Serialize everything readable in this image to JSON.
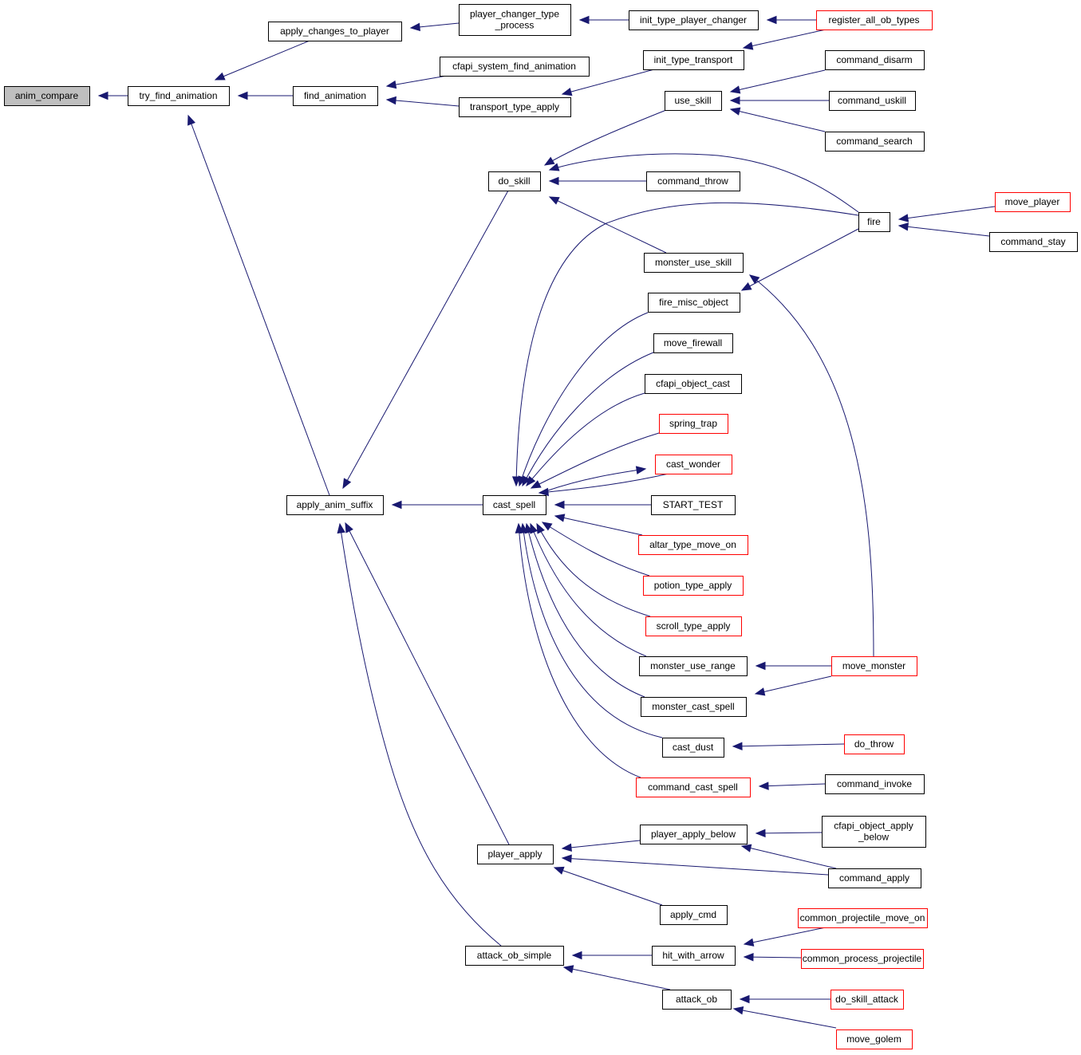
{
  "graph": {
    "title": "anim_compare caller graph",
    "colors": {
      "edge": "#191970",
      "root_fill": "#bfbfbf",
      "truncated_border": "#ff0000",
      "node_border": "#000000"
    },
    "root": "anim_compare",
    "nodes": [
      {
        "id": "anim_compare",
        "label": [
          "anim_compare"
        ],
        "style": "root"
      },
      {
        "id": "try_find_animation",
        "label": [
          "try_find_animation"
        ],
        "style": "normal"
      },
      {
        "id": "apply_changes_to_player",
        "label": [
          "apply_changes_to_player"
        ],
        "style": "normal"
      },
      {
        "id": "find_animation",
        "label": [
          "find_animation"
        ],
        "style": "normal"
      },
      {
        "id": "apply_anim_suffix",
        "label": [
          "apply_anim_suffix"
        ],
        "style": "normal"
      },
      {
        "id": "player_changer_type_process",
        "label": [
          "player_changer_type",
          "_process"
        ],
        "style": "normal"
      },
      {
        "id": "cfapi_system_find_animation",
        "label": [
          "cfapi_system_find_animation"
        ],
        "style": "normal"
      },
      {
        "id": "transport_type_apply",
        "label": [
          "transport_type_apply"
        ],
        "style": "normal"
      },
      {
        "id": "do_skill",
        "label": [
          "do_skill"
        ],
        "style": "normal"
      },
      {
        "id": "cast_spell",
        "label": [
          "cast_spell"
        ],
        "style": "normal"
      },
      {
        "id": "player_apply",
        "label": [
          "player_apply"
        ],
        "style": "normal"
      },
      {
        "id": "attack_ob_simple",
        "label": [
          "attack_ob_simple"
        ],
        "style": "normal"
      },
      {
        "id": "init_type_player_changer",
        "label": [
          "init_type_player_changer"
        ],
        "style": "normal"
      },
      {
        "id": "init_type_transport",
        "label": [
          "init_type_transport"
        ],
        "style": "normal"
      },
      {
        "id": "use_skill",
        "label": [
          "use_skill"
        ],
        "style": "normal"
      },
      {
        "id": "command_throw",
        "label": [
          "command_throw"
        ],
        "style": "normal"
      },
      {
        "id": "monster_use_skill",
        "label": [
          "monster_use_skill"
        ],
        "style": "normal"
      },
      {
        "id": "fire_misc_object",
        "label": [
          "fire_misc_object"
        ],
        "style": "normal"
      },
      {
        "id": "move_firewall",
        "label": [
          "move_firewall"
        ],
        "style": "normal"
      },
      {
        "id": "cfapi_object_cast",
        "label": [
          "cfapi_object_cast"
        ],
        "style": "normal"
      },
      {
        "id": "spring_trap",
        "label": [
          "spring_trap"
        ],
        "style": "truncated"
      },
      {
        "id": "cast_wonder",
        "label": [
          "cast_wonder"
        ],
        "style": "truncated"
      },
      {
        "id": "START_TEST",
        "label": [
          "START_TEST"
        ],
        "style": "normal"
      },
      {
        "id": "altar_type_move_on",
        "label": [
          "altar_type_move_on"
        ],
        "style": "truncated"
      },
      {
        "id": "potion_type_apply",
        "label": [
          "potion_type_apply"
        ],
        "style": "truncated"
      },
      {
        "id": "scroll_type_apply",
        "label": [
          "scroll_type_apply"
        ],
        "style": "truncated"
      },
      {
        "id": "monster_use_range",
        "label": [
          "monster_use_range"
        ],
        "style": "normal"
      },
      {
        "id": "monster_cast_spell",
        "label": [
          "monster_cast_spell"
        ],
        "style": "normal"
      },
      {
        "id": "cast_dust",
        "label": [
          "cast_dust"
        ],
        "style": "normal"
      },
      {
        "id": "command_cast_spell",
        "label": [
          "command_cast_spell"
        ],
        "style": "truncated"
      },
      {
        "id": "player_apply_below",
        "label": [
          "player_apply_below"
        ],
        "style": "normal"
      },
      {
        "id": "apply_cmd",
        "label": [
          "apply_cmd"
        ],
        "style": "normal"
      },
      {
        "id": "hit_with_arrow",
        "label": [
          "hit_with_arrow"
        ],
        "style": "normal"
      },
      {
        "id": "attack_ob",
        "label": [
          "attack_ob"
        ],
        "style": "normal"
      },
      {
        "id": "register_all_ob_types",
        "label": [
          "register_all_ob_types"
        ],
        "style": "truncated"
      },
      {
        "id": "command_disarm",
        "label": [
          "command_disarm"
        ],
        "style": "normal"
      },
      {
        "id": "command_uskill",
        "label": [
          "command_uskill"
        ],
        "style": "normal"
      },
      {
        "id": "command_search",
        "label": [
          "command_search"
        ],
        "style": "normal"
      },
      {
        "id": "fire",
        "label": [
          "fire"
        ],
        "style": "normal"
      },
      {
        "id": "move_monster",
        "label": [
          "move_monster"
        ],
        "style": "truncated"
      },
      {
        "id": "do_throw",
        "label": [
          "do_throw"
        ],
        "style": "truncated"
      },
      {
        "id": "command_invoke",
        "label": [
          "command_invoke"
        ],
        "style": "normal"
      },
      {
        "id": "cfapi_object_apply_below",
        "label": [
          "cfapi_object_apply",
          "_below"
        ],
        "style": "normal"
      },
      {
        "id": "command_apply",
        "label": [
          "command_apply"
        ],
        "style": "normal"
      },
      {
        "id": "common_projectile_move_on",
        "label": [
          "common_projectile_move_on"
        ],
        "style": "truncated"
      },
      {
        "id": "common_process_projectile",
        "label": [
          "common_process_projectile"
        ],
        "style": "truncated"
      },
      {
        "id": "do_skill_attack",
        "label": [
          "do_skill_attack"
        ],
        "style": "truncated"
      },
      {
        "id": "move_golem",
        "label": [
          "move_golem"
        ],
        "style": "truncated"
      },
      {
        "id": "move_player",
        "label": [
          "move_player"
        ],
        "style": "truncated"
      },
      {
        "id": "command_stay",
        "label": [
          "command_stay"
        ],
        "style": "normal"
      }
    ],
    "edges": [
      {
        "from": "try_find_animation",
        "to": "anim_compare"
      },
      {
        "from": "apply_changes_to_player",
        "to": "try_find_animation"
      },
      {
        "from": "find_animation",
        "to": "try_find_animation"
      },
      {
        "from": "apply_anim_suffix",
        "to": "try_find_animation"
      },
      {
        "from": "player_changer_type_process",
        "to": "apply_changes_to_player"
      },
      {
        "from": "init_type_player_changer",
        "to": "player_changer_type_process"
      },
      {
        "from": "register_all_ob_types",
        "to": "init_type_player_changer"
      },
      {
        "from": "cfapi_system_find_animation",
        "to": "find_animation"
      },
      {
        "from": "transport_type_apply",
        "to": "find_animation"
      },
      {
        "from": "init_type_transport",
        "to": "transport_type_apply"
      },
      {
        "from": "register_all_ob_types",
        "to": "init_type_transport"
      },
      {
        "from": "do_skill",
        "to": "apply_anim_suffix"
      },
      {
        "from": "cast_spell",
        "to": "apply_anim_suffix"
      },
      {
        "from": "player_apply",
        "to": "apply_anim_suffix"
      },
      {
        "from": "attack_ob_simple",
        "to": "apply_anim_suffix"
      },
      {
        "from": "use_skill",
        "to": "do_skill"
      },
      {
        "from": "fire",
        "to": "do_skill"
      },
      {
        "from": "command_throw",
        "to": "do_skill"
      },
      {
        "from": "monster_use_skill",
        "to": "do_skill"
      },
      {
        "from": "command_disarm",
        "to": "use_skill"
      },
      {
        "from": "command_uskill",
        "to": "use_skill"
      },
      {
        "from": "command_search",
        "to": "use_skill"
      },
      {
        "from": "move_player",
        "to": "fire"
      },
      {
        "from": "command_stay",
        "to": "fire"
      },
      {
        "from": "move_monster",
        "to": "monster_use_skill"
      },
      {
        "from": "fire",
        "to": "fire_misc_object"
      },
      {
        "from": "fire",
        "to": "cast_spell"
      },
      {
        "from": "fire_misc_object",
        "to": "cast_spell"
      },
      {
        "from": "move_firewall",
        "to": "cast_spell"
      },
      {
        "from": "cfapi_object_cast",
        "to": "cast_spell"
      },
      {
        "from": "spring_trap",
        "to": "cast_spell"
      },
      {
        "from": "cast_wonder",
        "to": "cast_spell"
      },
      {
        "from": "cast_spell",
        "to": "cast_wonder"
      },
      {
        "from": "START_TEST",
        "to": "cast_spell"
      },
      {
        "from": "altar_type_move_on",
        "to": "cast_spell"
      },
      {
        "from": "potion_type_apply",
        "to": "cast_spell"
      },
      {
        "from": "scroll_type_apply",
        "to": "cast_spell"
      },
      {
        "from": "monster_use_range",
        "to": "cast_spell"
      },
      {
        "from": "monster_cast_spell",
        "to": "cast_spell"
      },
      {
        "from": "cast_dust",
        "to": "cast_spell"
      },
      {
        "from": "command_cast_spell",
        "to": "cast_spell"
      },
      {
        "from": "move_monster",
        "to": "monster_use_range"
      },
      {
        "from": "move_monster",
        "to": "monster_cast_spell"
      },
      {
        "from": "do_throw",
        "to": "cast_dust"
      },
      {
        "from": "command_invoke",
        "to": "command_cast_spell"
      },
      {
        "from": "player_apply_below",
        "to": "player_apply"
      },
      {
        "from": "command_apply",
        "to": "player_apply"
      },
      {
        "from": "apply_cmd",
        "to": "player_apply"
      },
      {
        "from": "cfapi_object_apply_below",
        "to": "player_apply_below"
      },
      {
        "from": "command_apply",
        "to": "player_apply_below"
      },
      {
        "from": "hit_with_arrow",
        "to": "attack_ob_simple"
      },
      {
        "from": "attack_ob",
        "to": "attack_ob_simple"
      },
      {
        "from": "common_projectile_move_on",
        "to": "hit_with_arrow"
      },
      {
        "from": "common_process_projectile",
        "to": "hit_with_arrow"
      },
      {
        "from": "do_skill_attack",
        "to": "attack_ob"
      },
      {
        "from": "move_golem",
        "to": "attack_ob"
      }
    ]
  }
}
